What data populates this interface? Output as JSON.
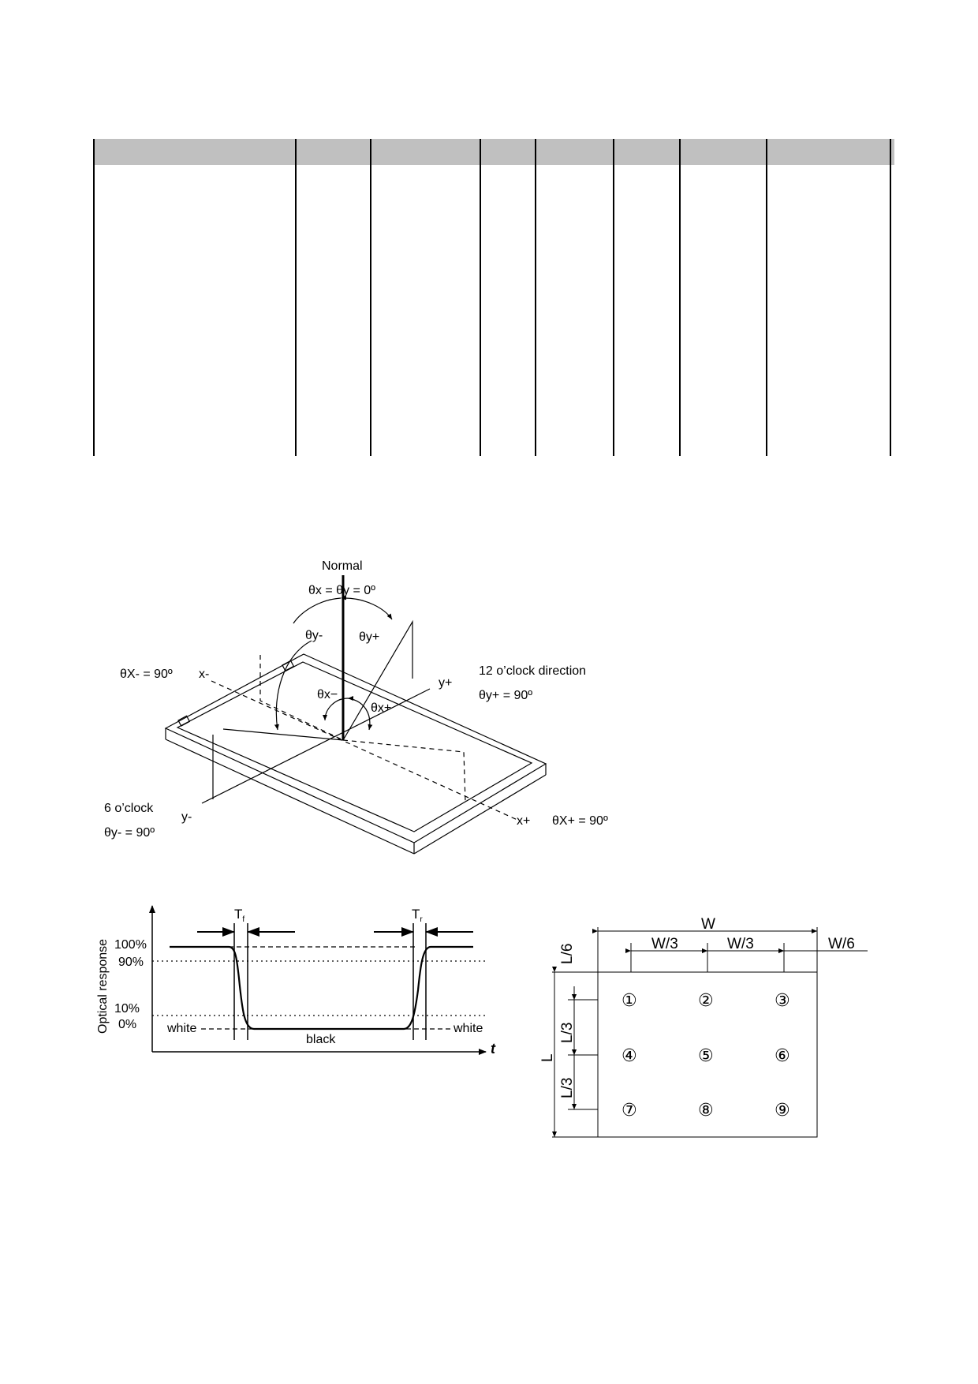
{
  "viewing_angle": {
    "normal": "Normal",
    "normal_eq": "θx = θy = 0º",
    "theta_y_minus": "θy-",
    "theta_y_plus": "θy+",
    "theta_x_minus": "θx−",
    "theta_x_plus": "θx+",
    "x_minus_eq": "θX- = 90º",
    "x_minus": "x-",
    "y_plus": "y+",
    "twelve": "12 o’clock direction",
    "twelve_eq": "θy+ = 90º",
    "six": "6 o’clock",
    "six_eq": "θy- = 90º",
    "y_minus": "y-",
    "x_plus": "x+",
    "x_plus_eq": "θX+ = 90º"
  },
  "response_time": {
    "ylabel": "Optical response",
    "xlabel": "t",
    "tf": "T",
    "tf_sub": "f",
    "tr": "T",
    "tr_sub": "r",
    "p100": "100%",
    "p90": "90%",
    "p10": "10%",
    "p0": "0%",
    "white_left": "white",
    "black": "black",
    "white_right": "white"
  },
  "measure_points": {
    "w": "W",
    "w3a": "W/3",
    "w3b": "W/3",
    "w6": "W/6",
    "l6": "L/6",
    "l3a": "L/3",
    "l3b": "L/3",
    "l": "L",
    "points": [
      "①",
      "②",
      "③",
      "④",
      "⑤",
      "⑥",
      "⑦",
      "⑧",
      "⑨"
    ]
  }
}
